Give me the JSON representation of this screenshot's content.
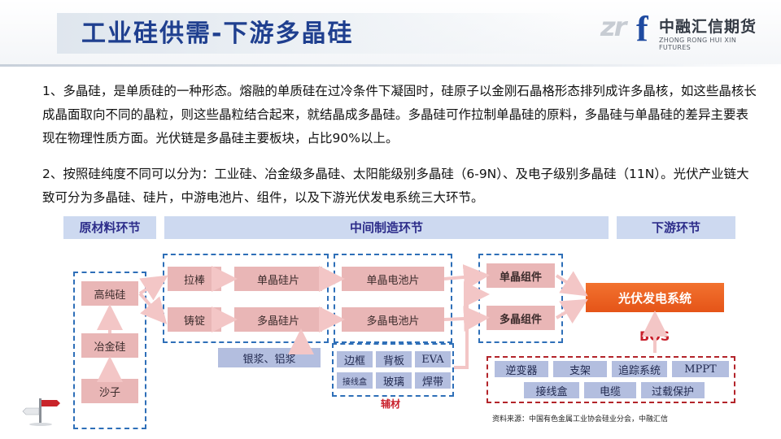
{
  "header": {
    "title": "工业硅供需-下游多晶硅",
    "logo": {
      "mark": "zr",
      "letter": "f",
      "name_cn": "中融汇信期货",
      "name_en": "ZHONG RONG HUI XIN FUTURES"
    }
  },
  "paragraphs": [
    "1、多晶硅，是单质硅的一种形态。熔融的单质硅在过冷条件下凝固时，硅原子以金刚石晶格形态排列成许多晶核，如这些晶核长成晶面取向不同的晶粒，则这些晶粒结合起来，就结晶成多晶硅。多晶硅可作拉制单晶硅的原料，多晶硅与单晶硅的差异主要表现在物理性质方面。光伏链是多晶硅主要板块，占比90%以上。",
    "2、按照硅纯度不同可以分为：工业硅、冶金级多晶硅、太阳能级别多晶硅（6-9N）、及电子级别多晶硅（11N）。光伏产业链大致可分为多晶硅、硅片，中游电池片、组件，以及下游光伏发电系统三大环节。"
  ],
  "diagram": {
    "sections": [
      "原材料环节",
      "中间制造环节",
      "下游环节"
    ],
    "raw": [
      "高纯硅",
      "冶金硅",
      "沙子"
    ],
    "process": [
      "拉棒",
      "铸锭"
    ],
    "wafers": [
      "单晶硅片",
      "多晶硅片"
    ],
    "paste": "银浆、铝浆",
    "cells": [
      "单晶电池片",
      "多晶电池片"
    ],
    "auxiliary": [
      "边框",
      "背板",
      "EVA",
      "接线盒",
      "玻璃",
      "焊带"
    ],
    "auxiliary_label": "辅材",
    "modules": [
      "单晶组件",
      "多晶组件"
    ],
    "system": "光伏发电系统",
    "bos_label": "BOS",
    "bos_items": [
      "逆变器",
      "支架",
      "追踪系统",
      "MPPT",
      "接线盒",
      "电缆",
      "过载保护"
    ],
    "colors": {
      "pink_node": "#e9b6b6",
      "blue_node": "#b3bedf",
      "accent": "#e55418",
      "dash_blue": "#2e6fb8",
      "dash_red": "#b3242a"
    }
  },
  "source": "资料来源：中国有色金属工业协会硅业分会，中融汇信"
}
